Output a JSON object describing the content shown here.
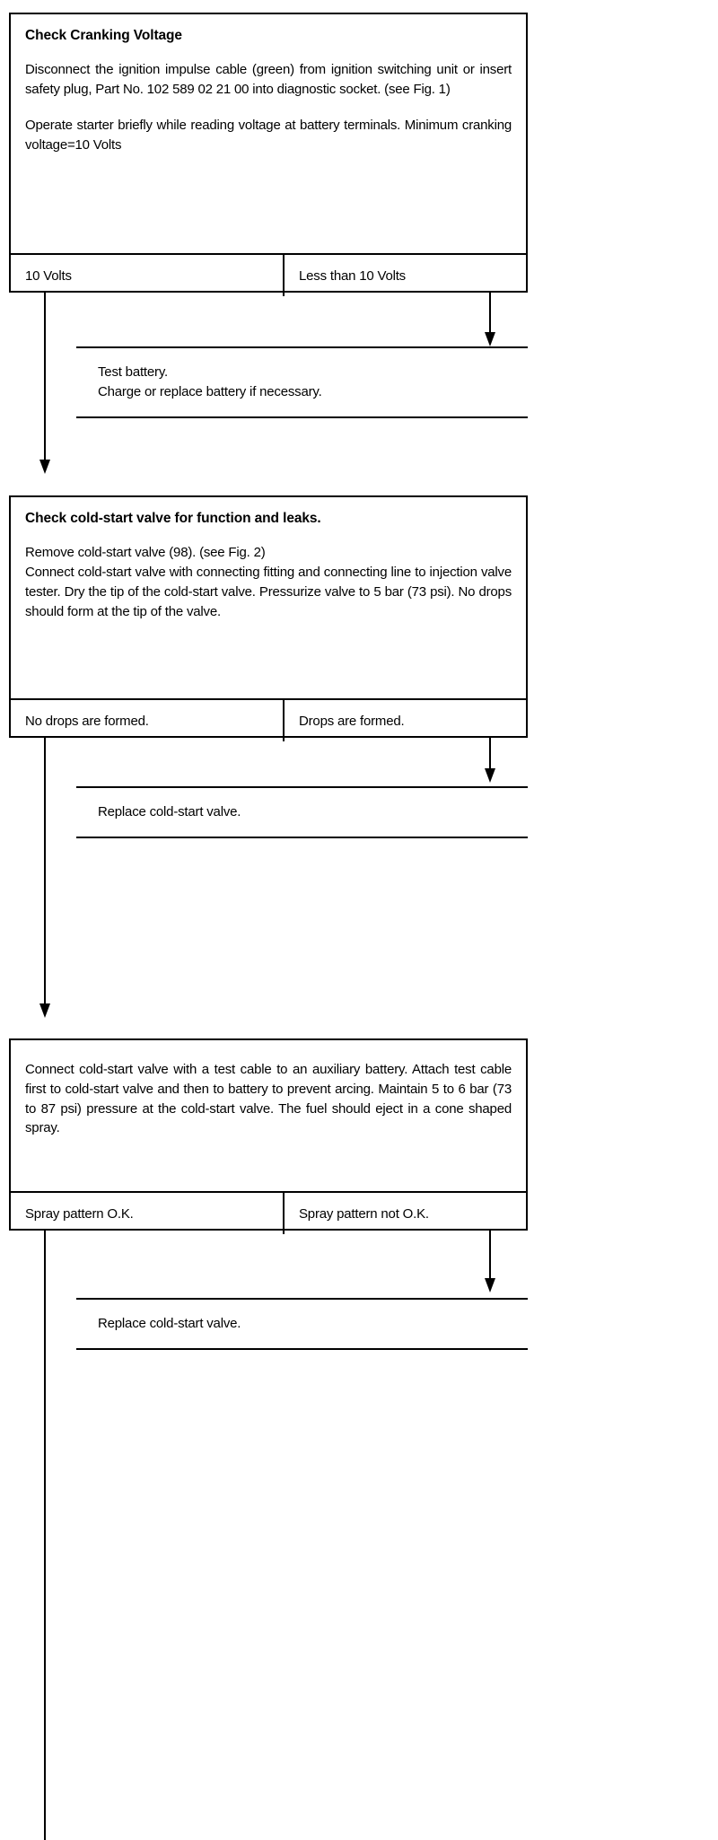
{
  "document": {
    "type": "diagnostic-flowchart",
    "ink_color": "#000000",
    "background_color": "#ffffff"
  },
  "steps": [
    {
      "id": "step-1",
      "title": "Check Cranking Voltage",
      "paragraphs": [
        "Disconnect the ignition impulse cable (green) from ignition switching unit or insert safety plug, Part No. 102 589 02 21 00 into diagnostic socket. (see Fig. 1)",
        "Operate starter briefly while reading voltage at battery terminals. Minimum cranking voltage=10 Volts"
      ],
      "decision": {
        "left_label": "10 Volts",
        "right_label": "Less than 10 Volts"
      }
    },
    {
      "id": "step-2",
      "title": "Check cold-start valve for function and leaks.",
      "paragraphs": [
        "Remove cold-start valve (98). (see Fig. 2)",
        "Connect cold-start valve with connecting fitting and connecting line to injection valve tester. Dry the tip of the cold-start valve. Pressurize valve to 5 bar (73 psi). No drops should form at the tip of the valve."
      ],
      "decision": {
        "left_label": "No drops are formed.",
        "right_label": "Drops are formed."
      }
    },
    {
      "id": "step-3",
      "title": "",
      "paragraphs": [
        "Connect cold-start valve with a test cable to an auxiliary battery. Attach test cable first to cold-start valve and then to battery to prevent arcing. Maintain 5 to 6 bar (73 to 87 psi) pressure at the cold-start valve. The fuel should eject in a cone shaped spray."
      ],
      "decision": {
        "left_label": "Spray pattern O.K.",
        "right_label": "Spray pattern not O.K."
      }
    }
  ],
  "actions": [
    {
      "id": "action-1",
      "lines": [
        "Test battery.",
        "Charge or replace battery if necessary."
      ]
    },
    {
      "id": "action-2",
      "lines": [
        "Replace cold-start valve."
      ]
    },
    {
      "id": "action-3",
      "lines": [
        "Replace cold-start valve."
      ]
    }
  ],
  "connectors": [
    {
      "id": "branch-1-right-arrow",
      "from": "step-1-right-cell",
      "to": "action-1"
    },
    {
      "id": "branch-1-left-line",
      "from": "step-1-left-cell",
      "to": "step-2"
    },
    {
      "id": "branch-2-right-arrow",
      "from": "step-2-right-cell",
      "to": "action-2"
    },
    {
      "id": "branch-2-left-line",
      "from": "step-2-left-cell",
      "to": "step-3"
    },
    {
      "id": "branch-3-right-arrow",
      "from": "step-3-right-cell",
      "to": "action-3"
    },
    {
      "id": "branch-3-left-line",
      "from": "step-3-left-cell",
      "to": "next-page"
    }
  ]
}
